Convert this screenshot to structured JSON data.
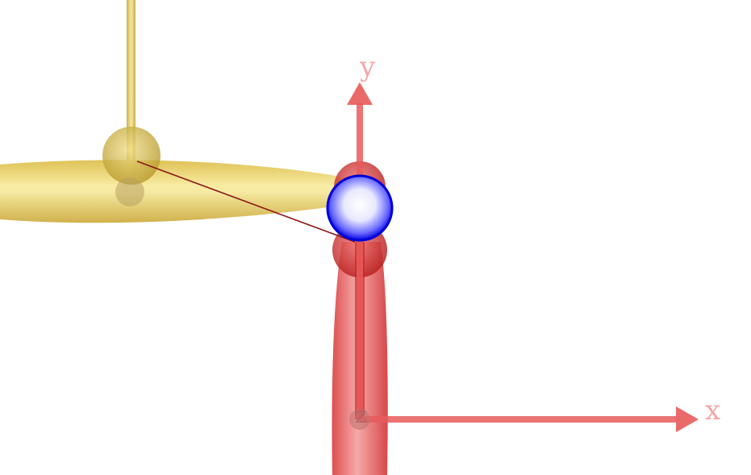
{
  "axes": {
    "x_label": "x",
    "y_label": "y",
    "z_label": "z"
  },
  "colors": {
    "yellow_link": "#e6c84a",
    "red_link": "#e84a4a",
    "axis_red": "#e85a5a",
    "axis_label": "#f4a8a8",
    "marker_blue": "#1a1aff",
    "connector": "#8b1a1a"
  }
}
